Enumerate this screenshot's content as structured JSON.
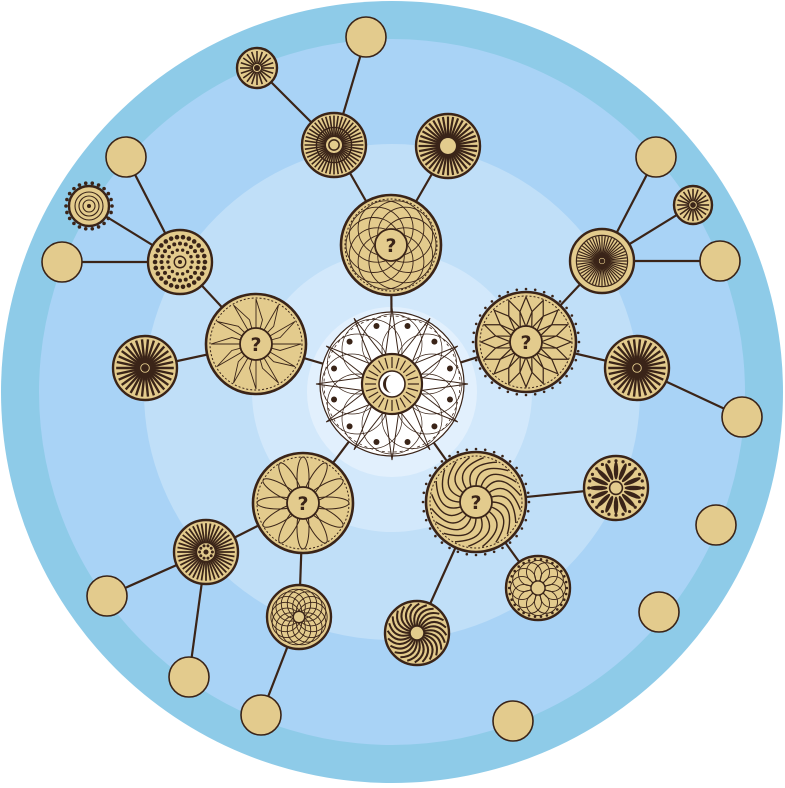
{
  "colors": {
    "ring_outer": "#8ecbe8",
    "ring_2": "#a9d3f6",
    "ring_3": "#c0dff8",
    "ring_4": "#d2e8fb",
    "ring_inner": "#e2f0fd",
    "node_fill": "#e3cb8d",
    "node_stroke": "#3a2418",
    "connector": "#3a2418"
  },
  "rings": {
    "count": 5
  },
  "center_node": {
    "icon": "crescent-eye-mandala-icon",
    "state": "unlocked"
  },
  "nodes": [
    {
      "id": "tier1-top",
      "icon": "star-mandala-icon",
      "label": "?",
      "state": "locked"
    },
    {
      "id": "tier1-left",
      "icon": "flower-star-mandala-icon",
      "label": "?",
      "state": "locked"
    },
    {
      "id": "tier1-right",
      "icon": "lattice-mandala-icon",
      "label": "?",
      "state": "locked"
    },
    {
      "id": "tier1-bottom-left",
      "icon": "petal-mandala-icon",
      "label": "?",
      "state": "locked"
    },
    {
      "id": "tier1-bottom-right",
      "icon": "spiral-mandala-icon",
      "label": "?",
      "state": "locked"
    },
    {
      "id": "tier2-striped",
      "icon": "striped-disc-icon",
      "state": "unlocked"
    },
    {
      "id": "tier2-starburst",
      "icon": "starburst-disc-icon",
      "state": "unlocked"
    },
    {
      "id": "tier2-dots",
      "icon": "dotted-disc-icon",
      "state": "unlocked"
    },
    {
      "id": "tier2-rays-left",
      "icon": "ray-disc-icon",
      "state": "unlocked"
    },
    {
      "id": "tier2-sunburst",
      "icon": "sunburst-disc-icon",
      "state": "unlocked"
    },
    {
      "id": "tier2-burst-right",
      "icon": "burst-disc-icon",
      "state": "unlocked"
    },
    {
      "id": "tier2-petal-right",
      "icon": "petal-disc-icon",
      "state": "unlocked"
    },
    {
      "id": "tier2-lace",
      "icon": "lace-disc-icon",
      "state": "unlocked"
    },
    {
      "id": "tier2-swirl",
      "icon": "swirl-disc-icon",
      "state": "unlocked"
    },
    {
      "id": "tier2-flower",
      "icon": "flower-disc-icon",
      "state": "unlocked"
    },
    {
      "id": "tier2-rose",
      "icon": "rose-disc-icon",
      "state": "unlocked"
    }
  ]
}
